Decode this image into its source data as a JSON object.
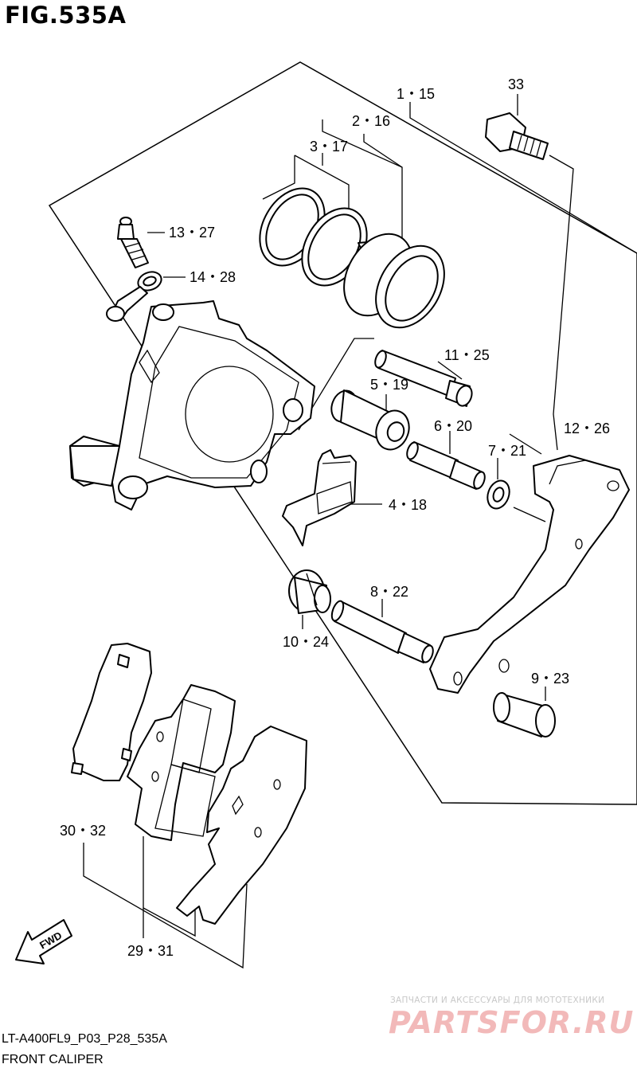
{
  "figure": {
    "title": "FIG.535A",
    "code": "LT-A400FL9_P03_P28_535A",
    "caption": "FRONT CALIPER"
  },
  "callouts": [
    {
      "id": "c1",
      "text": "1・15"
    },
    {
      "id": "c2",
      "text": "2・16"
    },
    {
      "id": "c3",
      "text": "3・17"
    },
    {
      "id": "c33",
      "text": "33"
    },
    {
      "id": "c13",
      "text": "13・27"
    },
    {
      "id": "c14",
      "text": "14・28"
    },
    {
      "id": "c11",
      "text": "11・25"
    },
    {
      "id": "c5",
      "text": "5・19"
    },
    {
      "id": "c6",
      "text": "6・20"
    },
    {
      "id": "c12",
      "text": "12・26"
    },
    {
      "id": "c7",
      "text": "7・21"
    },
    {
      "id": "c4",
      "text": "4・18"
    },
    {
      "id": "c8",
      "text": "8・22"
    },
    {
      "id": "c10",
      "text": "10・24"
    },
    {
      "id": "c9",
      "text": "9・23"
    },
    {
      "id": "c30",
      "text": "30・32"
    },
    {
      "id": "c29",
      "text": "29・31"
    }
  ],
  "fwd_label": "FWD",
  "watermark": {
    "tagline": "ЗАПЧАСТИ И АКСЕССУАРЫ ДЛЯ МОТОТЕХНИКИ",
    "logo": "PARTSFOR.RU"
  }
}
